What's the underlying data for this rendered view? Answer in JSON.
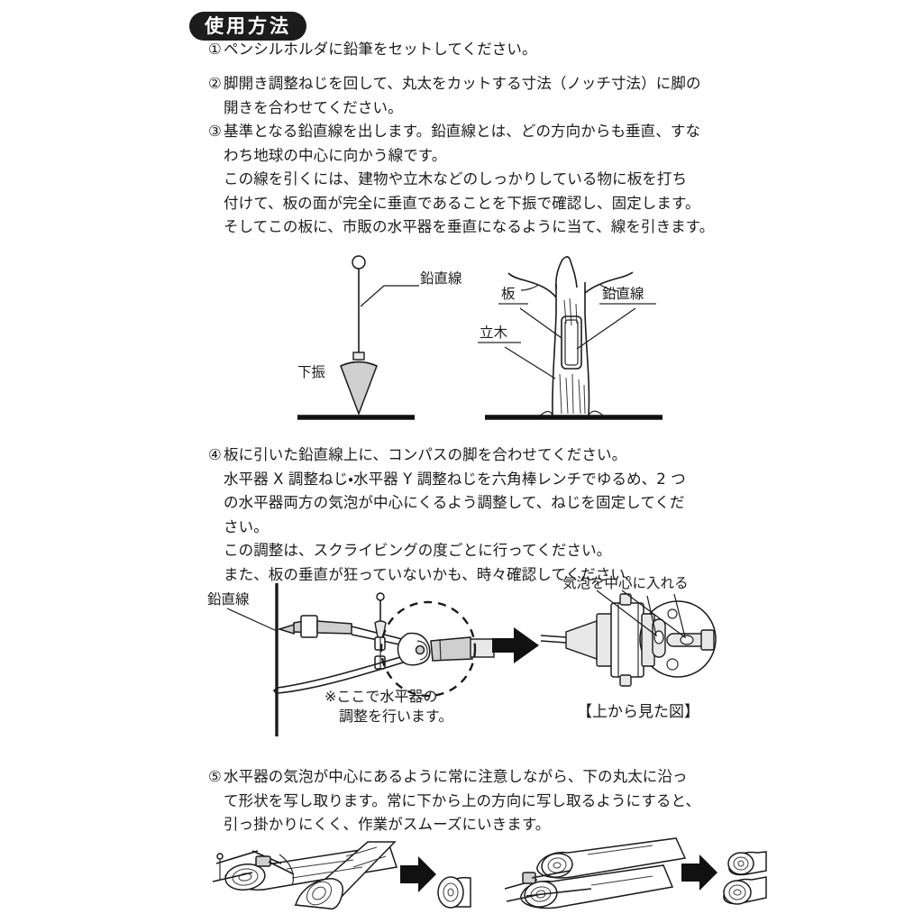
{
  "header": {
    "badge_label": "使用方法"
  },
  "steps": [
    {
      "marker": "①",
      "lines": [
        "ペンシルホルダに鉛筆をセットしてください。"
      ]
    },
    {
      "marker": "②",
      "lines": [
        "脚開き調整ねじを回して、丸太をカットする寸法（ノッチ寸法）に脚の",
        "開きを合わせてください。"
      ]
    },
    {
      "marker": "③",
      "lines": [
        "基準となる鉛直線を出します。鉛直線とは、どの方向からも垂直、すな",
        "わち地球の中心に向かう線です。",
        "この線を引くには、建物や立木などのしっかりしている物に板を打ち",
        "付けて、板の面が完全に垂直であることを下振で確認し、固定します。",
        "そしてこの板に、市販の水平器を垂直になるように当て、線を引きます。"
      ]
    },
    {
      "marker": "④",
      "lines": [
        "板に引いた鉛直線上に、コンパスの脚を合わせてください。",
        "水平器 X 調整ねじ・水平器 Y 調整ねじを六角棒レンチでゆるめ、2 つ",
        "の水平器両方の気泡が中心にくるよう調整して、ねじを固定してくだ",
        "さい。",
        "この調整は、スクライビングの度ごとに行ってください。",
        "また、板の垂直が狂っていないかも、時々確認してください。"
      ]
    },
    {
      "marker": "⑤",
      "lines": [
        "水平器の気泡が中心にあるように常に注意しながら、下の丸太に沿っ",
        "て形状を写し取ります。常に下から上の方向に写し取るようにすると、",
        "引っ掛かりにくく、作業がスムーズにいきます。"
      ]
    }
  ],
  "figure_plumb": {
    "label_plumb_line": "鉛直線",
    "label_plumb_bob": "下振"
  },
  "figure_tree": {
    "label_board": "板",
    "label_plumb_line": "鉛直線",
    "label_standing_tree": "立木"
  },
  "figure_compass": {
    "label_plumb_line": "鉛直線",
    "note_line_1": "※ここで水平器の",
    "note_line_2": "　調整を行います。"
  },
  "figure_level": {
    "label_bubble": "気泡を中心に入れる",
    "caption": "【上から見た図】"
  },
  "colors": {
    "ink": "#1b1b1b",
    "badge_background": "#1c1c1c",
    "badge_text": "#ffffff",
    "paper": "#ffffff",
    "shade": "#cfcfcf"
  }
}
